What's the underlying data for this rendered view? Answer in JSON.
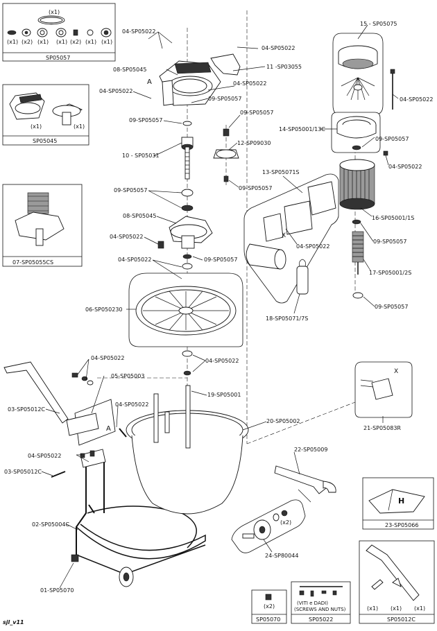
{
  "diagram": {
    "labels": {
      "p04_tl": "04-SP05022",
      "p04_tr": "04-SP05022",
      "p08_top": "08-SP05045",
      "p11": "11 -SP03055",
      "p04_mid": "04-SP05022",
      "p04_left": "04-SP05022",
      "p09_a": "09-SP05057",
      "p09_b": "09-SP05057",
      "p09_c": "09-SP05057",
      "p10": "10 - SP05031",
      "p12": "12-SP09030",
      "p09_d": "09-SP05057",
      "p09_e": "09-SP05057",
      "p08_mid": "08-SP05045",
      "p04_mid2": "04-SP05022",
      "p04_mid3": "04-SP05022",
      "p09_f": "09-SP05057",
      "p06": "06-SP050230",
      "p04_low": "04-SP05022",
      "p04_frame": "04-SP05022",
      "p05": "05-SP05003",
      "p04_frame2": "04-SP05022",
      "p19": "19-SP05001",
      "p03_a": "03-SP05012C",
      "p20": "20-SP05002",
      "p04_frame3": "04-SP05022",
      "p22": "22-SP05009",
      "p03_b": "03-SP05012C",
      "p02": "02-SP05004C",
      "p01": "01-SP05070",
      "p24": "24-SP80044",
      "p15": "15 - SP05075",
      "p04_r1": "04-SP05022",
      "p14": "14-SP05001/13C",
      "p09_r1": "09-SP05057",
      "p04_r2": "04-SP05022",
      "p13": "13-SP05071S",
      "p16": "16-SP05001/1S",
      "p04_r3": "04-SP05022",
      "p09_r2": "09-SP05057",
      "p17": "17-SP05001/2S",
      "p18": "18-SP05071/7S",
      "p09_r3": "09-SP05057",
      "p21": "21-SP05083R",
      "x_mark": "X",
      "x_mark2": "X",
      "a_mark": "A",
      "a_mark2": "A",
      "x2_small": "(x2)"
    },
    "kits": {
      "sp05057": {
        "code": "SP05057",
        "top_qty": "(x1)",
        "qtys": [
          "(x1)",
          "(x2)",
          "(x1)",
          "(x1)",
          "(x2)",
          "(x1)",
          "(x1)"
        ]
      },
      "sp05045": {
        "code": "SP05045",
        "qtys": [
          "(x1)",
          "(x1)"
        ]
      },
      "sp05055cs": {
        "code": "07-SP05055CS"
      },
      "sp05066": {
        "code": "23-SP05066"
      },
      "sp05070": {
        "code": "SP05070",
        "qty": "(x2)"
      },
      "sp05022": {
        "code": "SP05022",
        "note1": "(VITI e DADI)",
        "note2": "(SCREWS AND NUTS)"
      },
      "sp05012c": {
        "code": "SP05012C",
        "qtys": [
          "(x1)",
          "(x1)",
          "(x1)"
        ]
      }
    },
    "footer_code": "sjl_v11"
  }
}
